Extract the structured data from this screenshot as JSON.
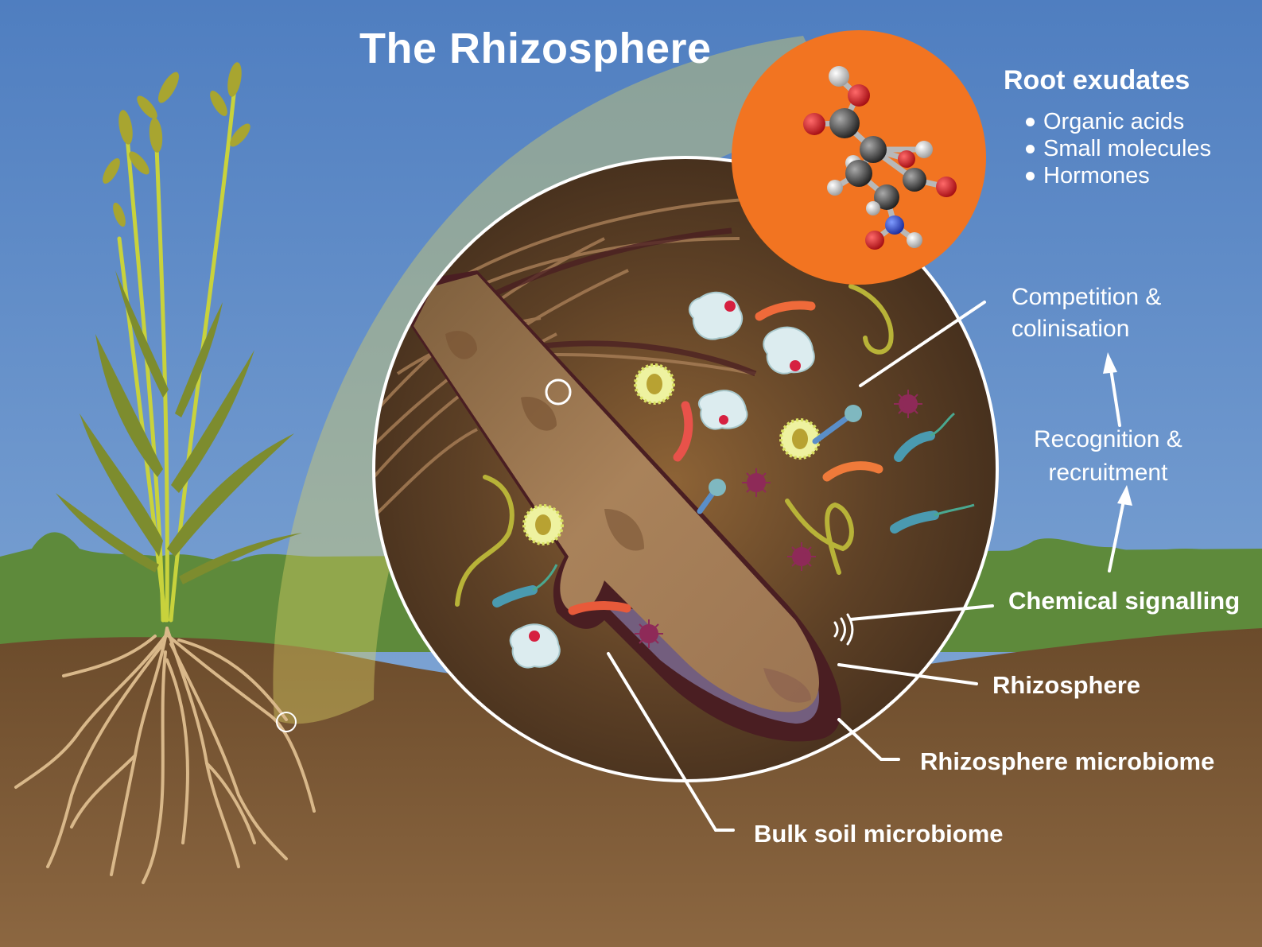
{
  "title": "The Rhizosphere",
  "root_exudates": {
    "heading": "Root exudates",
    "items": [
      "Organic acids",
      "Small molecules",
      "Hormones"
    ]
  },
  "labels": {
    "competition_line1": "Competition &",
    "competition_line2": "colinisation",
    "recognition_line1": "Recognition &",
    "recognition_line2": "recruitment",
    "chemical_signalling": "Chemical signalling",
    "rhizosphere": "Rhizosphere",
    "rhizosphere_microbiome": "Rhizosphere microbiome",
    "bulk_soil_microbiome": "Bulk soil microbiome"
  },
  "colors": {
    "sky_top": "#4f7ec0",
    "sky_bottom": "#86abd8",
    "hills": "#5f8a3c",
    "soil_top": "#6e4f2e",
    "soil_bottom": "#8a6540",
    "circle_interior": "#5a3f25",
    "root": "#a8805a",
    "root_edge": "#4a1e22",
    "exudate_circle": "#f07320",
    "halo": "#c8c060",
    "plant_stem": "#c8d23c",
    "plant_leaf": "#7d8c2e"
  }
}
